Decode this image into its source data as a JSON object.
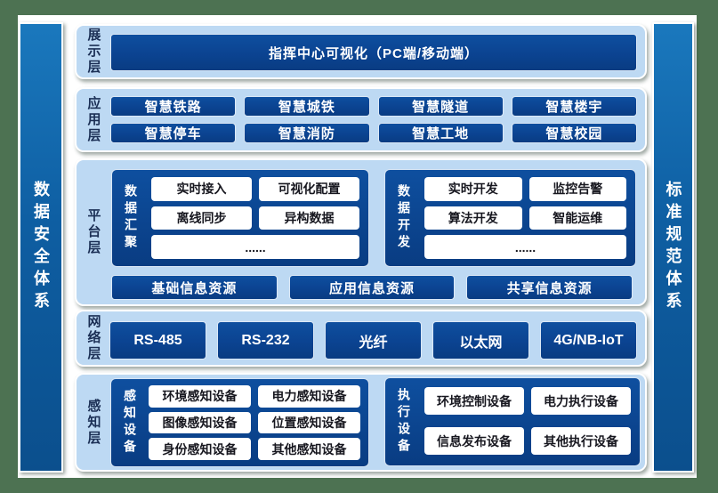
{
  "pillars": {
    "left": "数据安全体系",
    "right": "标准规范体系"
  },
  "layers": {
    "display": {
      "label": "展示层",
      "banner": "指挥中心可视化（PC端/移动端）"
    },
    "application": {
      "label": "应用层",
      "buttons": [
        "智慧铁路",
        "智慧城铁",
        "智慧隧道",
        "智慧楼宇",
        "智慧停车",
        "智慧消防",
        "智慧工地",
        "智慧校园"
      ]
    },
    "platform": {
      "label": "平台层",
      "groups": [
        {
          "label": "数据汇聚",
          "buttons": [
            "实时接入",
            "可视化配置",
            "离线同步",
            "异构数据"
          ],
          "more": "......"
        },
        {
          "label": "数据开发",
          "buttons": [
            "实时开发",
            "监控告警",
            "算法开发",
            "智能运维"
          ],
          "more": "......"
        }
      ],
      "resources": [
        "基础信息资源",
        "应用信息资源",
        "共享信息资源"
      ]
    },
    "network": {
      "label": "网络层",
      "buttons": [
        "RS-485",
        "RS-232",
        "光纤",
        "以太网",
        "4G/NB-IoT"
      ]
    },
    "perception": {
      "label": "感知层",
      "groups": [
        {
          "label": "感知设备",
          "buttons": [
            "环境感知设备",
            "电力感知设备",
            "图像感知设备",
            "位置感知设备",
            "身份感知设备",
            "其他感知设备"
          ]
        },
        {
          "label": "执行设备",
          "buttons": [
            "环境控制设备",
            "电力执行设备",
            "信息发布设备",
            "其他执行设备"
          ]
        }
      ]
    }
  },
  "colors": {
    "frame_green": "#4d7252",
    "panel_light_blue": "#bdd9f3",
    "deep_blue": "#0b4391",
    "pillar_blue": "#0e5ea2",
    "white": "#ffffff",
    "label_navy": "#1b2f55"
  }
}
